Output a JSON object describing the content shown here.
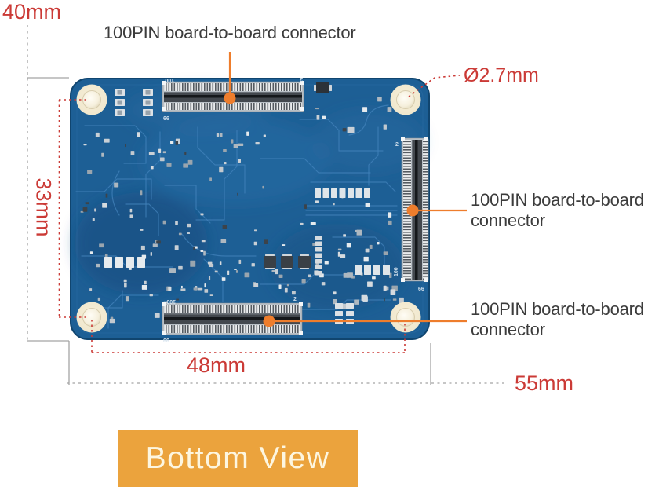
{
  "diagram": {
    "dimension_labels": {
      "board_height": "40mm",
      "hole_diameter": "Ø2.7mm",
      "hole_pitch_vertical": "33mm",
      "hole_pitch_horizontal": "48mm",
      "board_width": "55mm"
    },
    "connector_labels": {
      "top": "100PIN board-to-board connector",
      "right": "100PIN board-to-board connector",
      "bottom": "100PIN board-to-board connector"
    },
    "board_markings": {
      "pin_100": "100",
      "pin_66": "66",
      "pin_2": "2"
    },
    "banner": {
      "label": "Bottom View"
    },
    "colors": {
      "dimension_red": "#cb3a36",
      "leader_orange": "#ee7d2c",
      "banner_orange": "#eba33d",
      "banner_text": "#fdf6e0",
      "label_gray": "#3c3c3c",
      "board_blue": "#1d5f95"
    }
  }
}
